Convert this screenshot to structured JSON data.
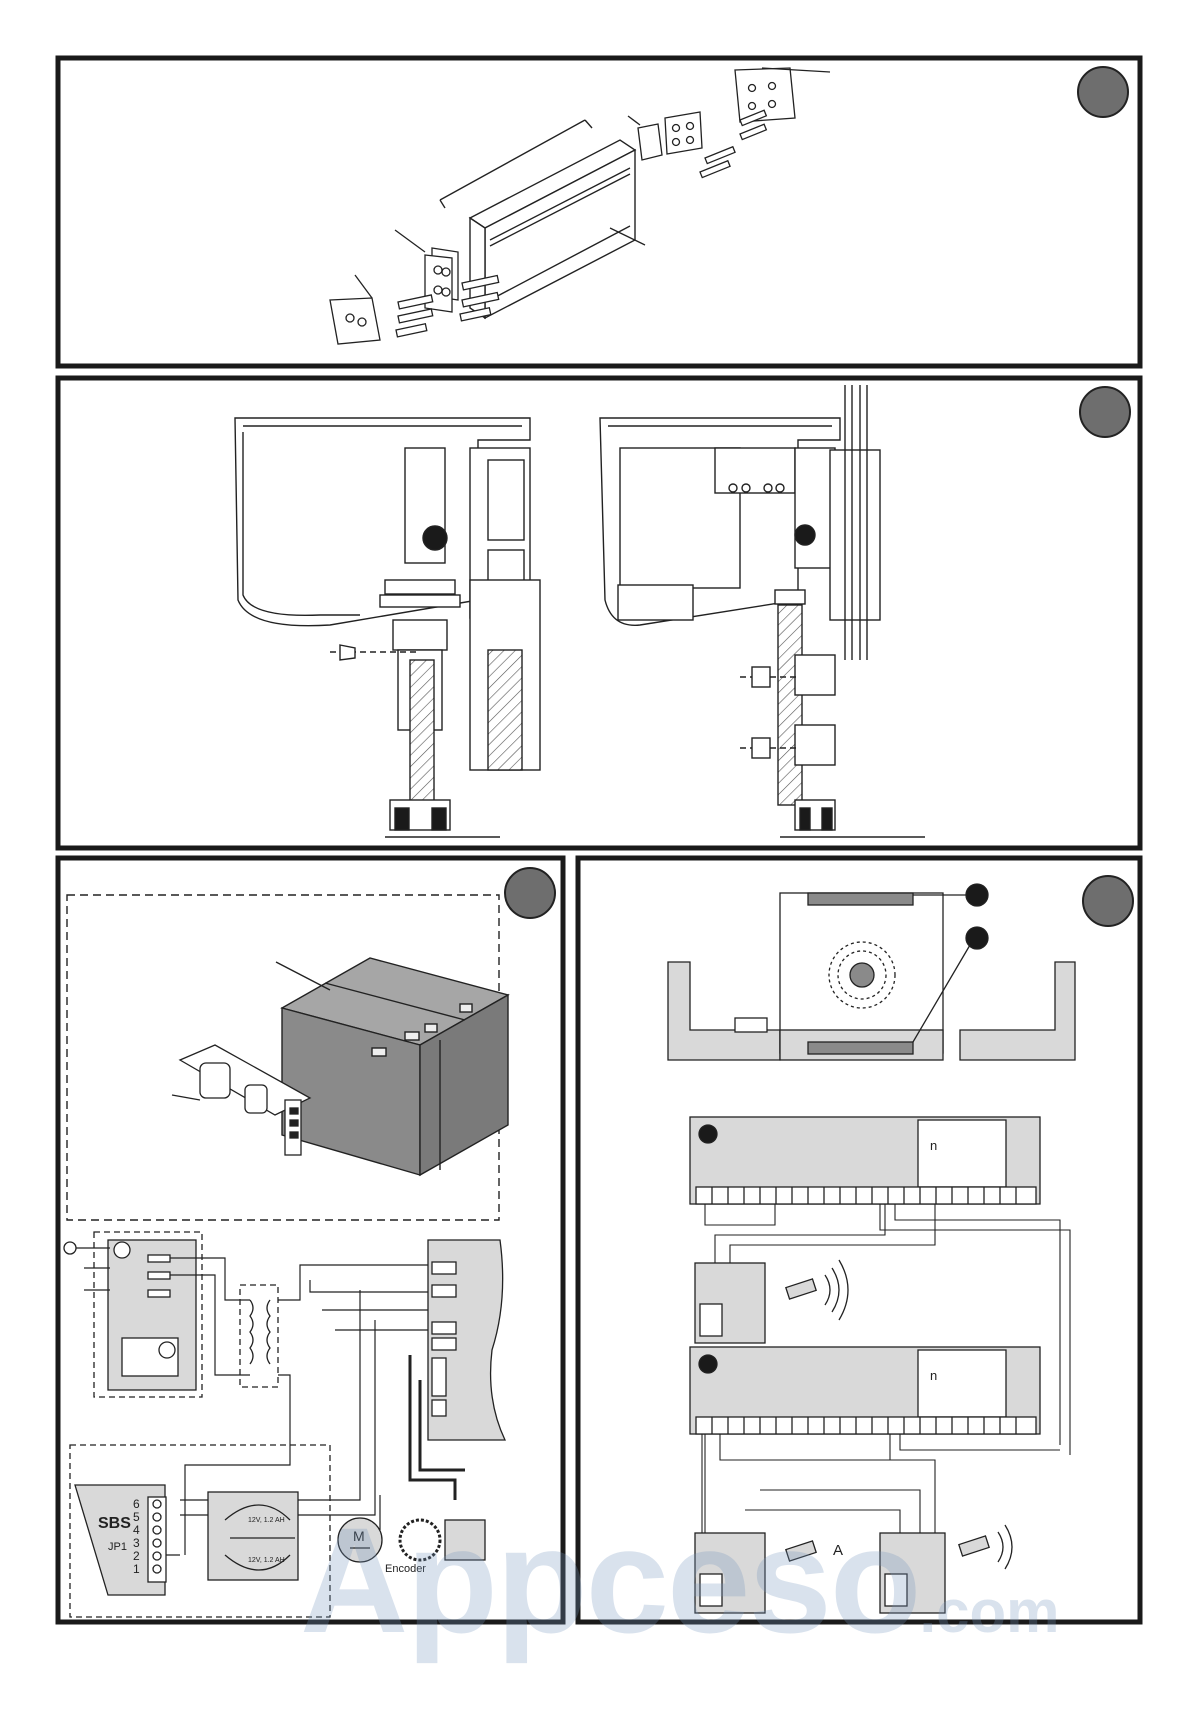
{
  "colors": {
    "frame": "#1a1a1a",
    "badge": "#6e6e6e",
    "panel_fill": "#d9d9d9",
    "battery_fill": "#8a8a8a",
    "watermark": "#7896be"
  },
  "panel3": {
    "terminal_block": {
      "name": "SBS",
      "jumper": "JP1",
      "pins": [
        "6",
        "5",
        "4",
        "3",
        "2",
        "1"
      ]
    },
    "battery_1": "12V, 1.2 AH",
    "battery_2": "12V, 1.2 AH",
    "motor_symbol": "M",
    "encoder_label": "Encoder"
  },
  "panel4": {
    "controller_display_1": "n",
    "controller_display_2": "n",
    "sensor_zone_label": "A"
  },
  "watermark": {
    "main": "Appceso",
    "suffix": ".com"
  }
}
